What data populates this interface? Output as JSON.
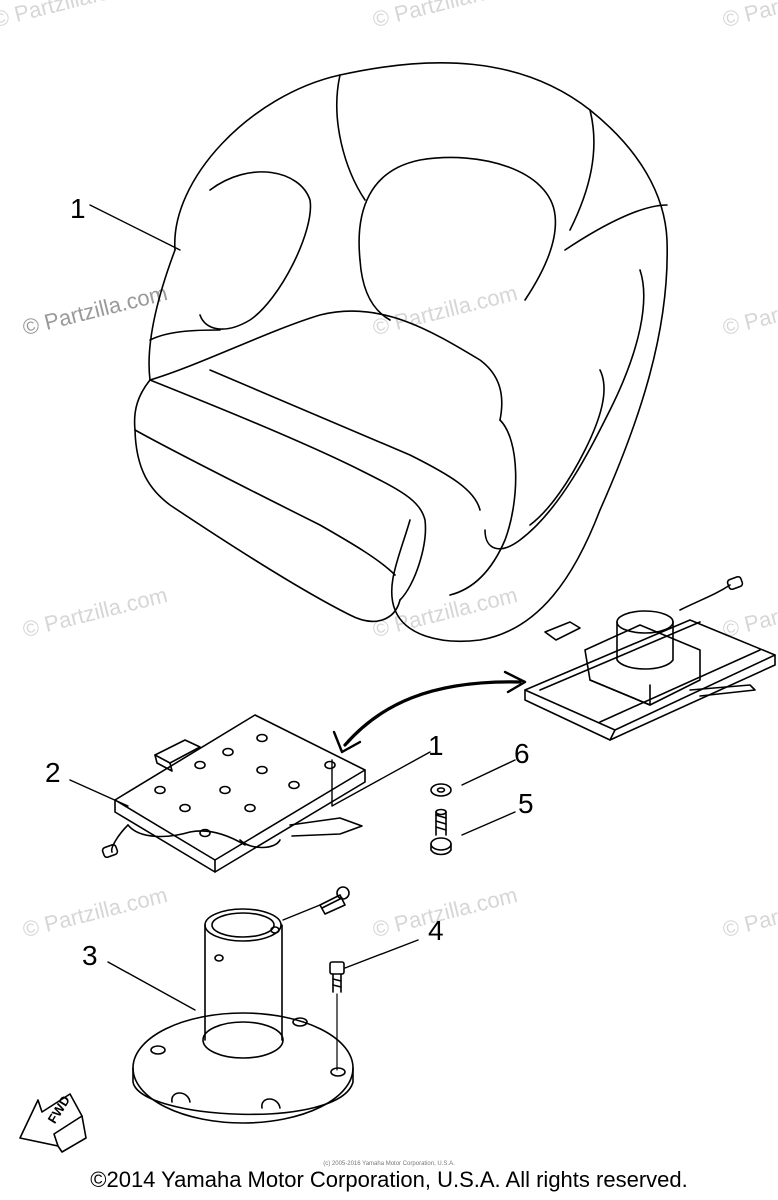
{
  "watermark": "© Partzilla.com",
  "callouts": {
    "c1_top": "1",
    "c1_mid": "1",
    "c2": "2",
    "c3": "3",
    "c4": "4",
    "c5": "5",
    "c6": "6"
  },
  "direction_label": "FWD",
  "small_credit": "(c) 2005-2016 Yamaha Motor Corporation, U.S.A.",
  "copyright": "©2014 Yamaha Motor Corporation, U.S.A. All rights reserved."
}
